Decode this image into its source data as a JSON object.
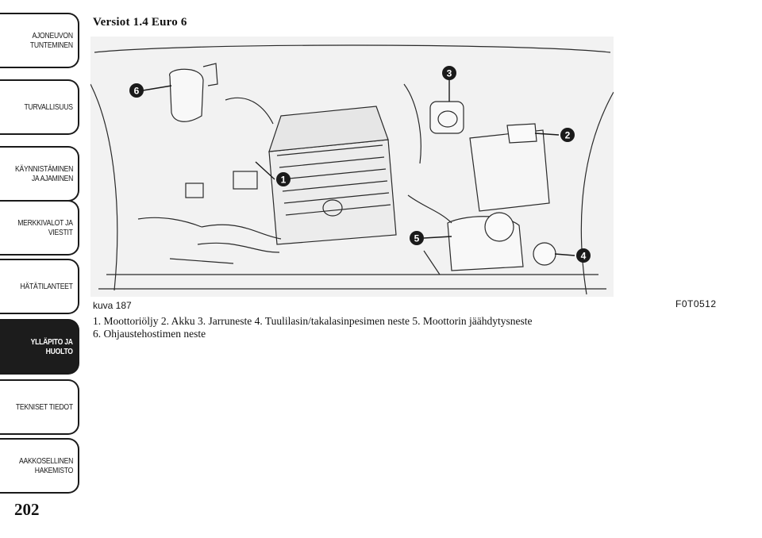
{
  "sidebar": {
    "tabs": [
      {
        "label": "AJONEUVON\nTUNTEMINEN",
        "active": false
      },
      {
        "label": "TURVALLISUUS",
        "active": false
      },
      {
        "label": "KÄYNNISTÄMINEN\nJA AJAMINEN",
        "active": false
      },
      {
        "label": "MERKKIVALOT JA\nVIESTIT",
        "active": false
      },
      {
        "label": "HÄTÄTILANTEET",
        "active": false
      },
      {
        "label": "YLLÄPITO JA\nHUOLTO",
        "active": true
      },
      {
        "label": "TEKNISET TIEDOT",
        "active": false
      },
      {
        "label": "AAKKOSELLINEN\nHAKEMISTO",
        "active": false
      }
    ]
  },
  "page_number": "202",
  "section_title": "Versiot 1.4 Euro 6",
  "figure": {
    "caption": "kuva 187",
    "code": "F0T0512",
    "callouts": [
      "1",
      "2",
      "3",
      "4",
      "5",
      "6"
    ]
  },
  "legend": {
    "line1": "1. Moottoriöljy 2. Akku 3. Jarruneste 4. Tuulilasin/takalasinpesimen neste 5. Moottorin jäähdytysneste",
    "line2": "6. Ohjaustehostimen neste"
  },
  "colors": {
    "tab_active_bg": "#1c1c1c",
    "callout": "#1a1a1a"
  }
}
